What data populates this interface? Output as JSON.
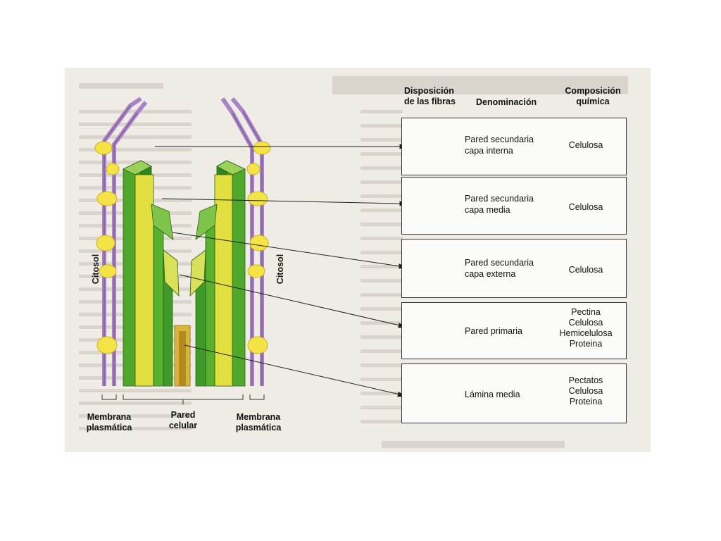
{
  "headers": {
    "fibers": [
      "Disposición",
      "de las fibras"
    ],
    "name": "Denominación",
    "composition": [
      "Composición",
      "química"
    ]
  },
  "layers": [
    {
      "name": [
        "Pared secundaria",
        "capa interna"
      ],
      "composition": [
        "Celulosa"
      ],
      "color": "#5fb52a",
      "pattern": "diagonal-fine"
    },
    {
      "name": [
        "Pared secundaria",
        "capa media"
      ],
      "composition": [
        "Celulosa"
      ],
      "color": "#e9e32f",
      "pattern": "diagonal-wide"
    },
    {
      "name": [
        "Pared secundaria",
        "capa externa"
      ],
      "composition": [
        "Celulosa"
      ],
      "color": "#3f9a2a",
      "pattern": "vertical"
    },
    {
      "name": [
        "Pared primaria"
      ],
      "composition": [
        "Pectina",
        "Celulosa",
        "Hemicelulosa",
        "Proteina"
      ],
      "color": "#c9d94a",
      "pattern": "mesh"
    },
    {
      "name": [
        "Lámina media"
      ],
      "composition": [
        "Pectatos",
        "Celulosa",
        "Proteina"
      ],
      "color": "#c9a326",
      "pattern": "mesh-dark"
    }
  ],
  "side_labels": {
    "left": "Citosol",
    "right": "Citosol"
  },
  "bottom_labels": {
    "left": [
      "Membrana",
      "plasmática"
    ],
    "center": [
      "Pared",
      "celular"
    ],
    "right": [
      "Membrana",
      "plasmática"
    ]
  }
}
